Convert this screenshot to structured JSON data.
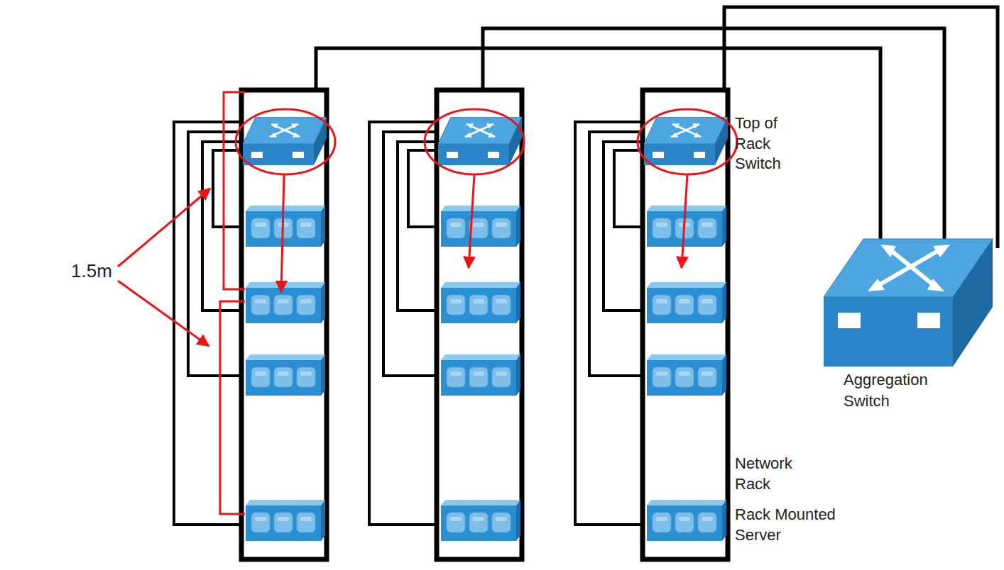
{
  "diagram": {
    "nodes": [
      {
        "text": [
          "Aggregation Switch"
        ]
      }
    ],
    "labels": [
      "Top of Rack Switch",
      "Network Rack",
      "Rack Mounted Server",
      "1.5m"
    ]
  }
}
